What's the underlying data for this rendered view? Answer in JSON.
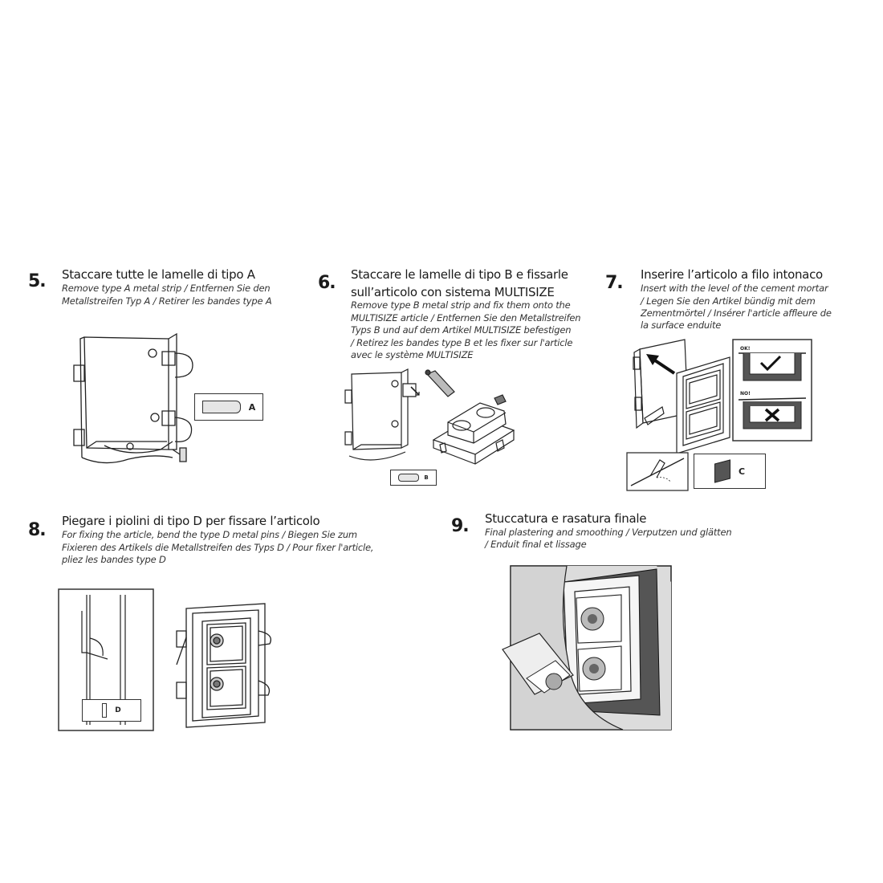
{
  "steps": [
    {
      "num": "5.",
      "title": "Staccare tutte le lamelle di tipo A",
      "lines": [
        "Remove type A metal strip / Entfernen Sie den",
        "Metallstreifen Typ A / Retirer les bandes type A"
      ],
      "tag_letter": "A"
    },
    {
      "num": "6.",
      "title_lines": [
        "Staccare le lamelle di tipo B e fissarle",
        "sull’articolo con sistema MULTISIZE"
      ],
      "lines": [
        "Remove type B metal strip and fix them onto the",
        "MULTISIZE article / Entfernen Sie den Metallstreifen",
        "Typs B und auf dem Artikel MULTISIZE befestigen",
        "/ Retirez les bandes type B et les fixer sur l'article",
        "avec le système MULTISIZE"
      ],
      "tag_letter": "B"
    },
    {
      "num": "7.",
      "title": "Inserire l’articolo a filo intonaco",
      "lines": [
        "Insert with the level of the cement mortar",
        "/ Legen Sie den Artikel bündig mit dem",
        "Zementmörtel / Insérer l'article affleure de",
        "la surface enduite"
      ],
      "ok_label": "OK!",
      "no_label": "NO!",
      "tag_letter": "C"
    },
    {
      "num": "8.",
      "title": "Piegare i piolini di tipo D per fissare l’articolo",
      "lines": [
        "For fixing the article, bend the type D metal pins / Biegen Sie zum",
        "Fixieren des Artikels die Metallstreifen des Typs D / Pour fixer l'article,",
        "pliez les bandes type D"
      ],
      "tag_letter": "D"
    },
    {
      "num": "9.",
      "title": "Stuccatura e rasatura finale",
      "lines": [
        "Final plastering and smoothing / Verputzen und glätten",
        "/ Enduit final et lissage"
      ]
    }
  ]
}
